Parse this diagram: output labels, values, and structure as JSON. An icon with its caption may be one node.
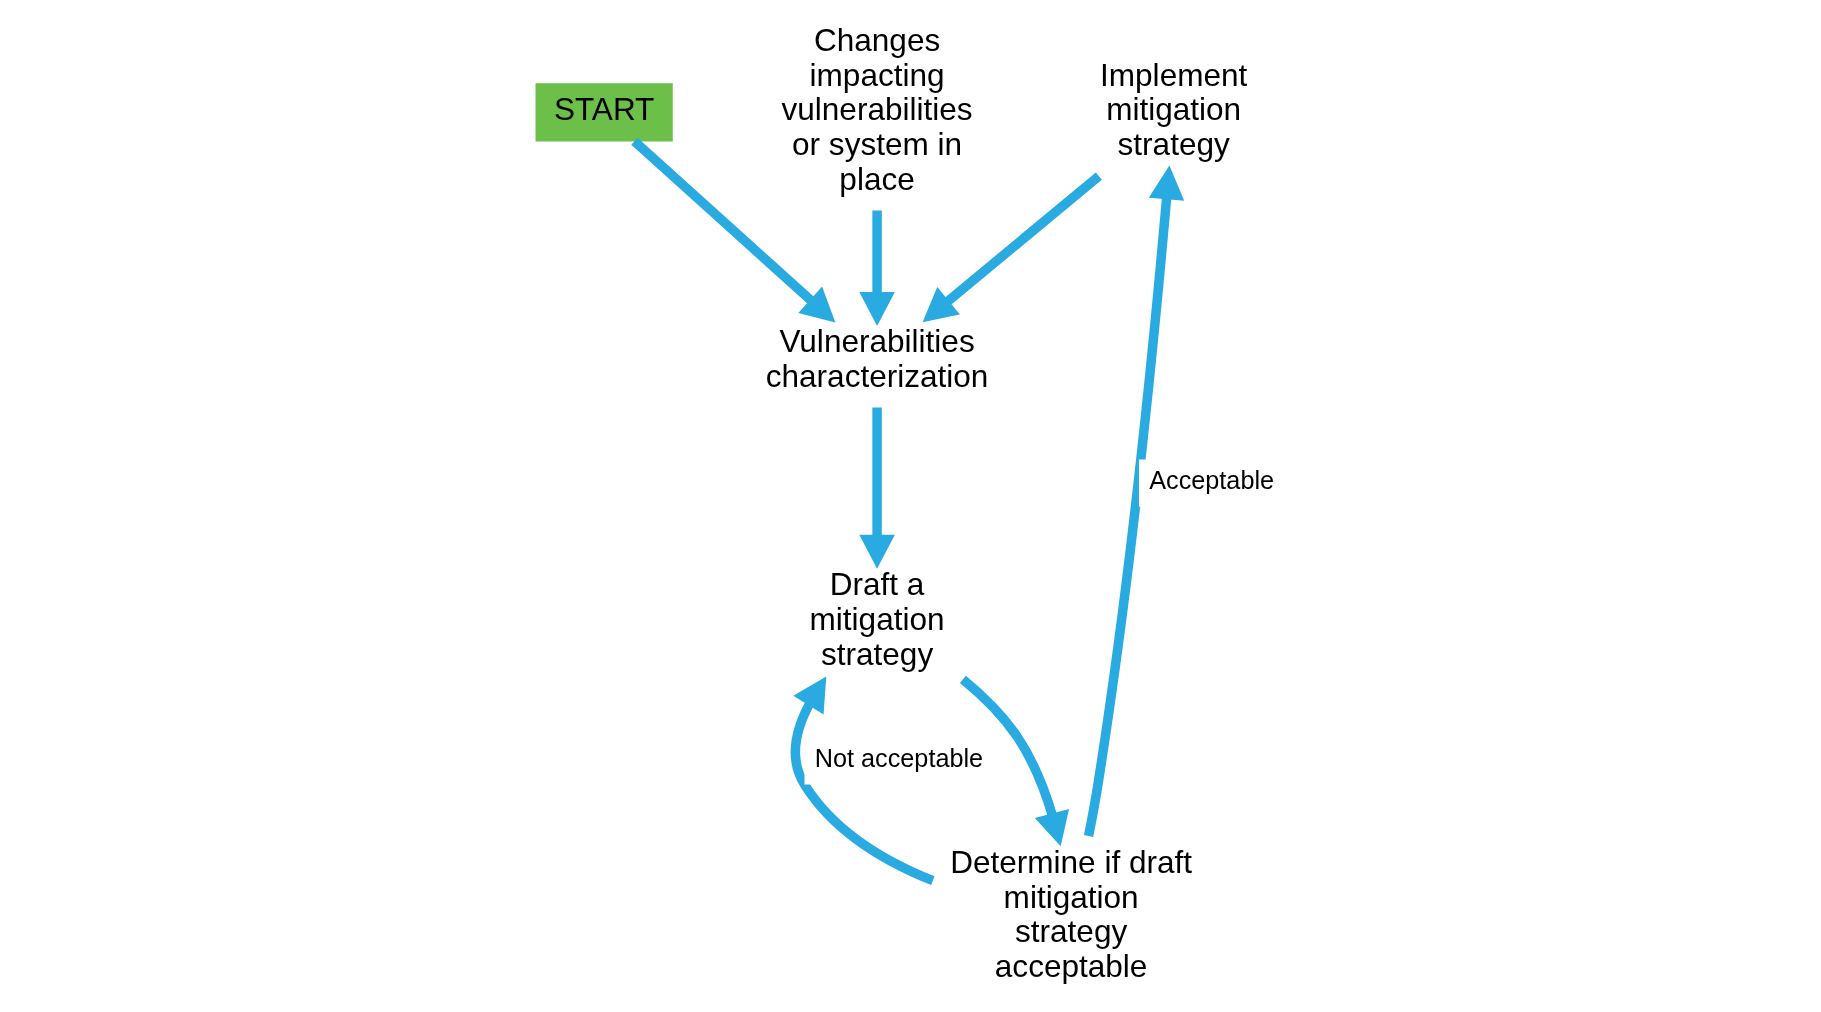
{
  "diagram": {
    "nodes": [
      {
        "text": [
          "START"
        ]
      },
      {
        "text": [
          "Implement mitigation strategy"
        ]
      },
      {
        "text": [
          "Vulnerabilities characterization"
        ]
      },
      {
        "text": [
          "Changes impacting vulnerabilities or system in place"
        ]
      },
      {
        "text": [
          "Draft a mitigation strategy"
        ]
      },
      {
        "text": [
          "Determine if draft mitigation strategy acceptable"
        ]
      }
    ],
    "edges": [
      {
        "from": 0,
        "to": 2,
        "arrow": "to"
      },
      {
        "from": 1,
        "to": 2,
        "arrow": "to"
      },
      {
        "from": 3,
        "to": 2,
        "arrow": "to"
      },
      {
        "from": 2,
        "to": 4,
        "arrow": "to"
      },
      {
        "from": 4,
        "to": 5,
        "arrow": "to"
      },
      {
        "from": 5,
        "to": 4,
        "label": "Not acceptable",
        "arrow": "to"
      },
      {
        "from": 5,
        "to": 1,
        "label": "Acceptable",
        "arrow": "to"
      }
    ]
  }
}
